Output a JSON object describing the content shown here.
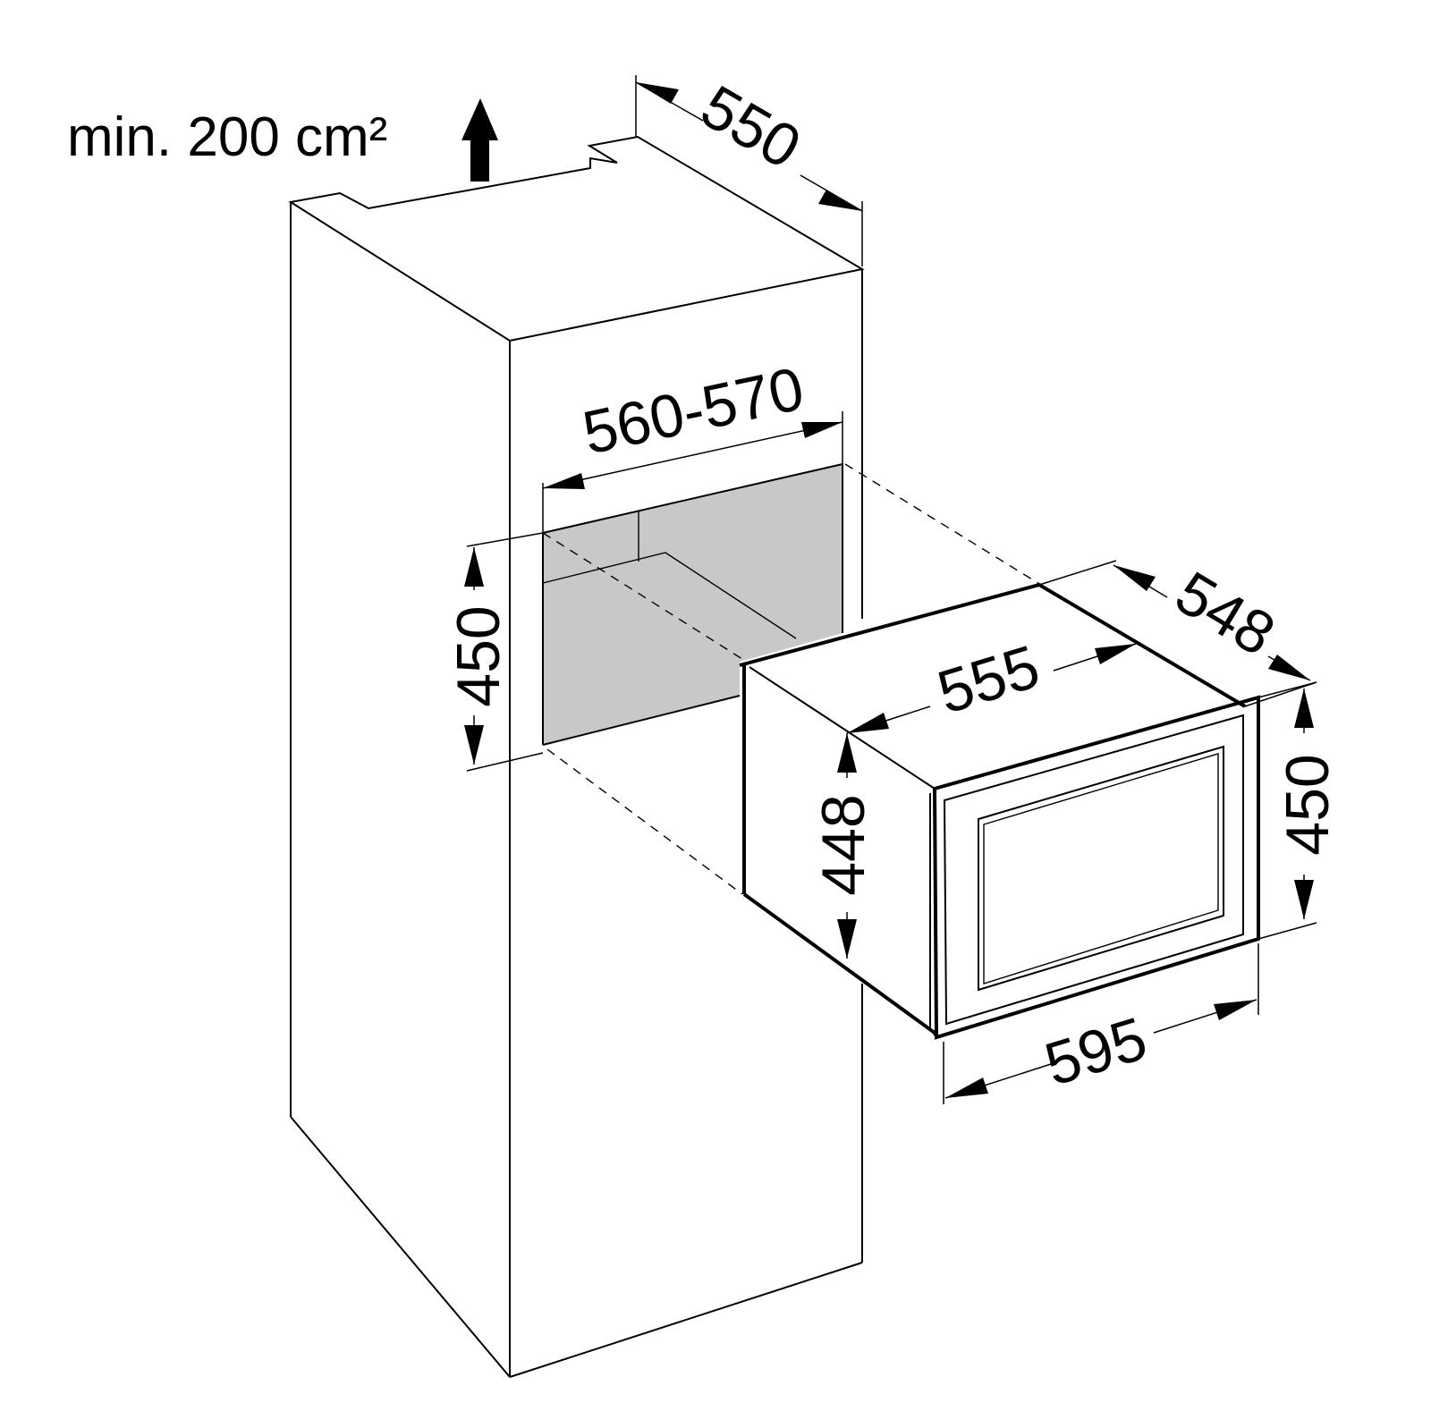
{
  "ventilation": {
    "text": "min. 200 cm²"
  },
  "dimensions": {
    "cabinet_depth": "550",
    "niche_width": "560-570",
    "niche_height": "450",
    "appliance_depth": "548",
    "appliance_body_width": "555",
    "appliance_body_height": "448",
    "appliance_front_height": "450",
    "appliance_front_width": "595"
  },
  "colors": {
    "line": "#000000",
    "niche_fill": "#c8c8c8",
    "background": "#ffffff"
  }
}
